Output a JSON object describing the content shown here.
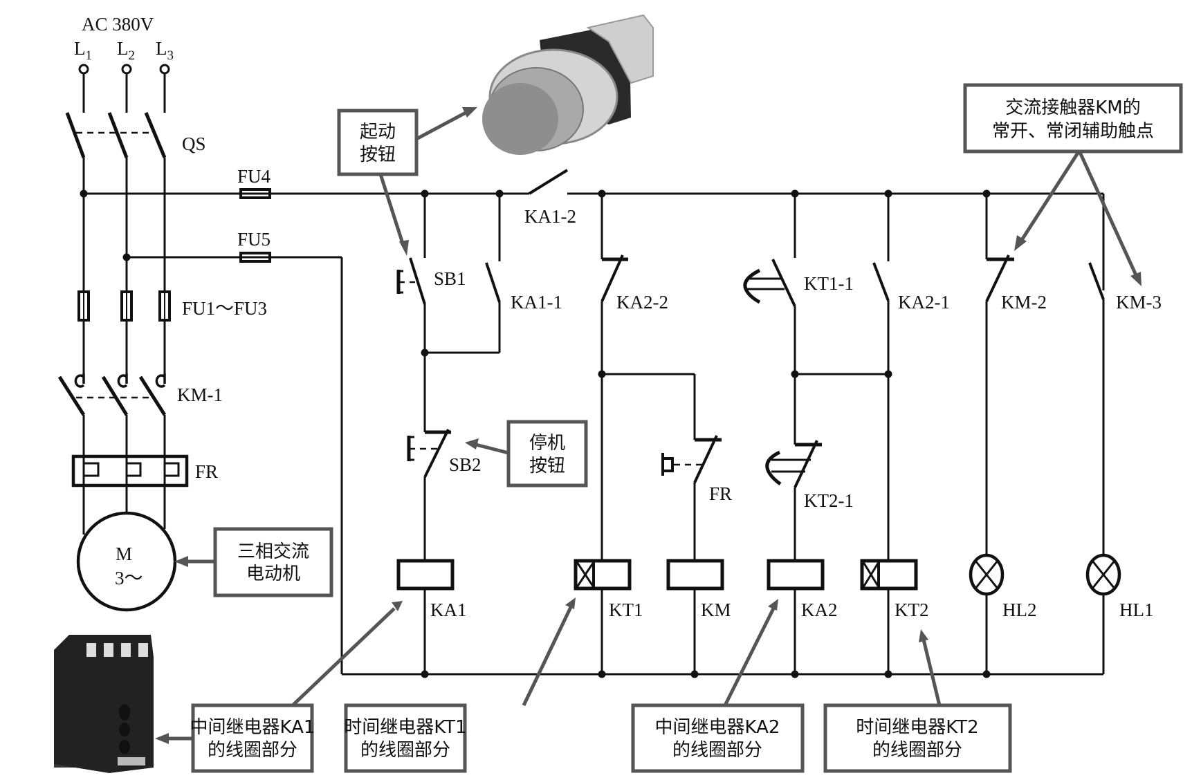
{
  "supply": {
    "voltage": "AC 380V",
    "phases": [
      "L",
      "L",
      "L"
    ],
    "phase_subs": [
      "1",
      "2",
      "3"
    ]
  },
  "power_circuit": {
    "switch": "QS",
    "fuses_main": "FU1～FU3",
    "contactor_main": "KM-1",
    "overload": "FR",
    "motor_symbol": "M",
    "motor_phases": "3～"
  },
  "control_fuses": {
    "fu4": "FU4",
    "fu5": "FU5"
  },
  "contacts": {
    "sb1": "SB1",
    "ka1_1": "KA1-1",
    "ka1_2": "KA1-2",
    "sb2": "SB2",
    "ka2_2": "KA2-2",
    "fr": "FR",
    "kt1_1": "KT1-1",
    "kt2_1": "KT2-1",
    "ka2_1": "KA2-1",
    "km_2": "KM-2",
    "km_3": "KM-3"
  },
  "coils": {
    "ka1": "KA1",
    "kt1": "KT1",
    "km": "KM",
    "ka2": "KA2",
    "kt2": "KT2",
    "hl2": "HL2",
    "hl1": "HL1"
  },
  "callouts": {
    "start_button": [
      "起动",
      "按钮"
    ],
    "stop_button": [
      "停机",
      "按钮"
    ],
    "motor": [
      "三相交流",
      "电动机"
    ],
    "km_aux": [
      "交流接触器KM的",
      "常开、常闭辅助触点"
    ],
    "ka1_coil": [
      "中间继电器KA1",
      "的线圈部分"
    ],
    "kt1_coil": [
      "时间继电器KT1",
      "的线圈部分"
    ],
    "ka2_coil": [
      "中间继电器KA2",
      "的线圈部分"
    ],
    "kt2_coil": [
      "时间继电器KT2",
      "的线圈部分"
    ]
  },
  "colors": {
    "wire": "#111111",
    "callout": "#555555"
  }
}
